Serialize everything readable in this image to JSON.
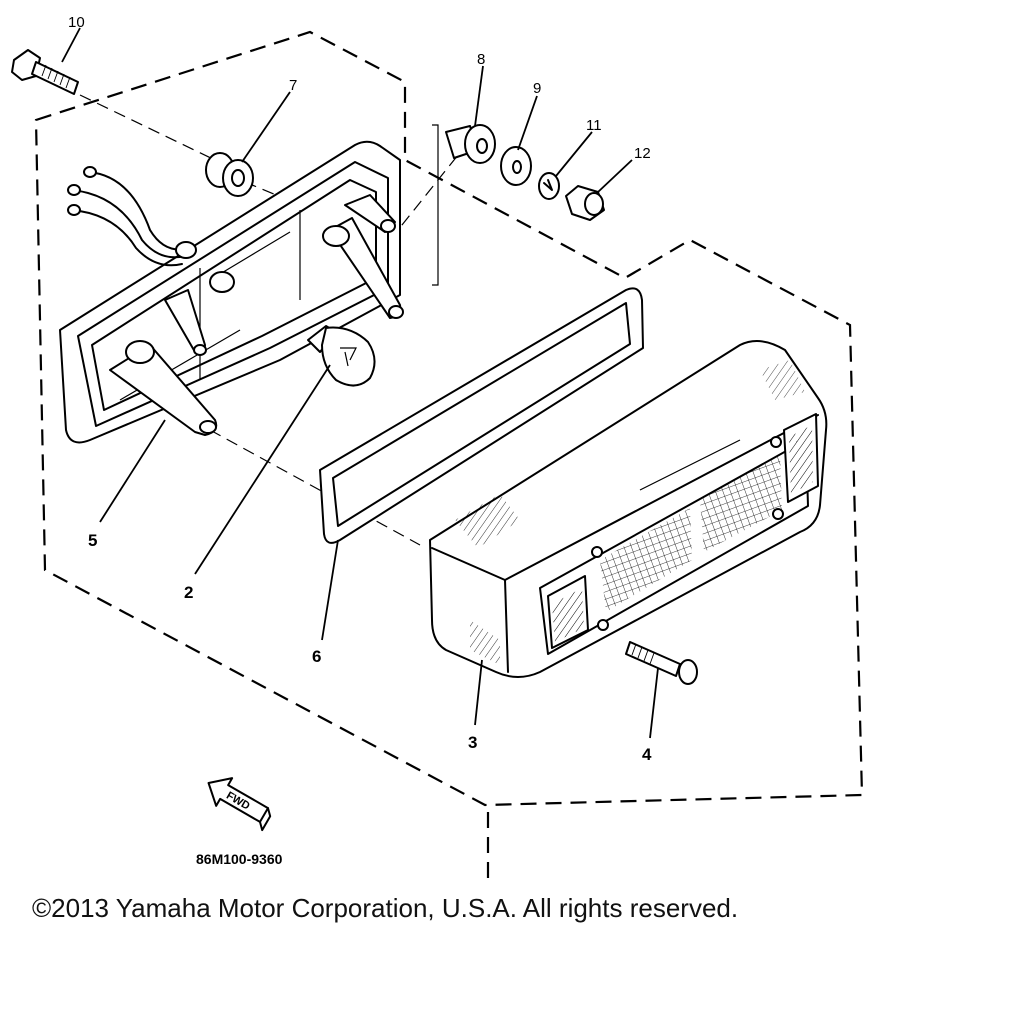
{
  "diagram": {
    "callouts": [
      {
        "id": "10",
        "label": "10"
      },
      {
        "id": "7",
        "label": "7"
      },
      {
        "id": "8",
        "label": "8"
      },
      {
        "id": "9",
        "label": "9"
      },
      {
        "id": "11",
        "label": "11"
      },
      {
        "id": "12",
        "label": "12"
      },
      {
        "id": "5",
        "label": "5"
      },
      {
        "id": "2",
        "label": "2"
      },
      {
        "id": "6",
        "label": "6"
      },
      {
        "id": "3",
        "label": "3"
      },
      {
        "id": "4",
        "label": "4"
      }
    ],
    "fwd_label": "FWD",
    "drawing_code": "86M100-9360"
  },
  "footer": {
    "copyright": "©2013 Yamaha Motor Corporation, U.S.A. All rights reserved."
  }
}
